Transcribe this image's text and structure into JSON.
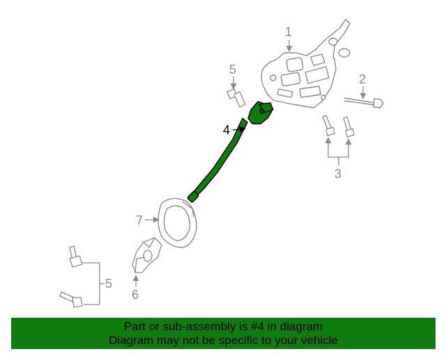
{
  "callouts": {
    "c1": "1",
    "c2": "2",
    "c3": "3",
    "c4": "4",
    "c5_top": "5",
    "c5_bottom": "5",
    "c6": "6",
    "c7": "7"
  },
  "banner": {
    "line1": "Part or sub-assembly is #4 in diagram",
    "line2": "Diagram may not be specific to your vehicle"
  },
  "colors": {
    "highlight": "#107c10",
    "outline": "#8a8a8a",
    "banner_bg": "#107c10"
  }
}
